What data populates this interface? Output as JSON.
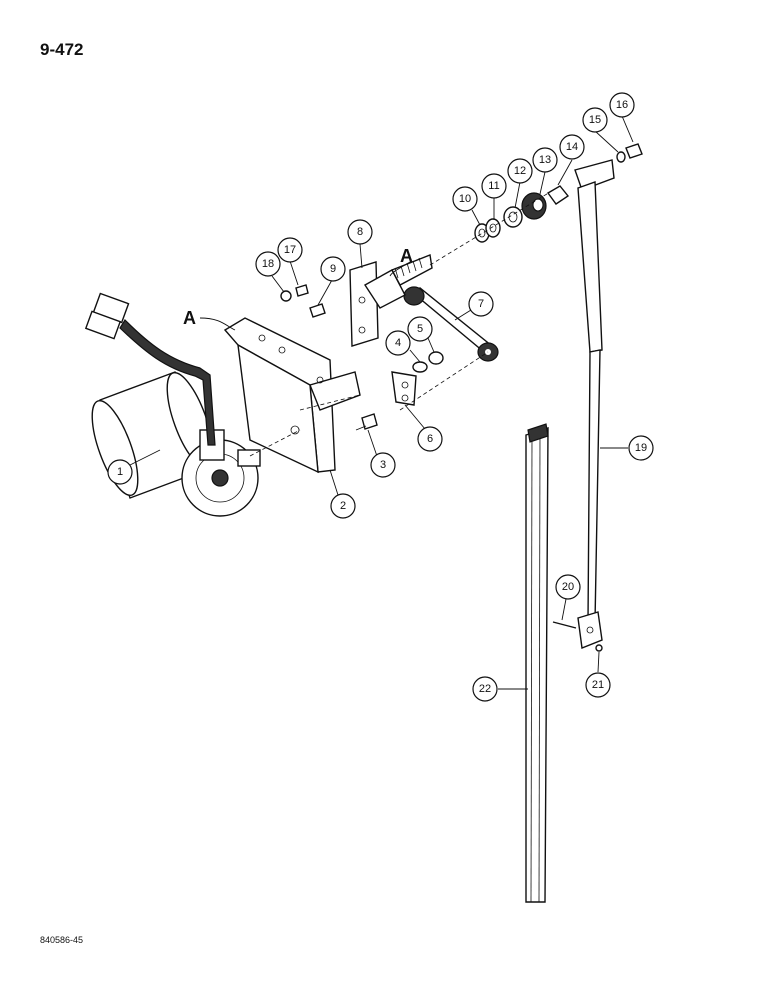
{
  "page_number": "9-472",
  "figure_code": "840586-45",
  "reference_letter": "A",
  "callouts": [
    "1",
    "2",
    "3",
    "4",
    "5",
    "6",
    "7",
    "8",
    "9",
    "10",
    "11",
    "12",
    "13",
    "14",
    "15",
    "16",
    "17",
    "18",
    "19",
    "20",
    "21",
    "22"
  ]
}
